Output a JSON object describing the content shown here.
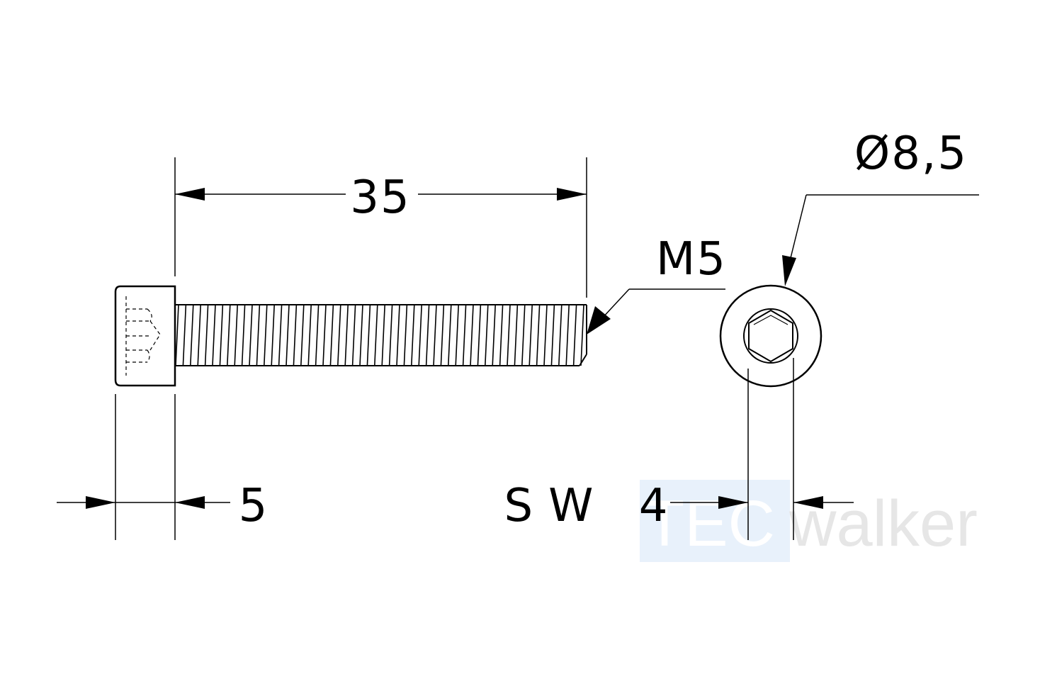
{
  "dimensions": {
    "length": "35",
    "thread": "M5",
    "head_height": "5",
    "head_diameter": "Ø8,5",
    "wrench_size": "SW 4"
  },
  "watermark": {
    "part1": "TEC",
    "part2": "walker",
    "box_color": "#e8f1fb",
    "text_color": "#e6e6e6"
  }
}
